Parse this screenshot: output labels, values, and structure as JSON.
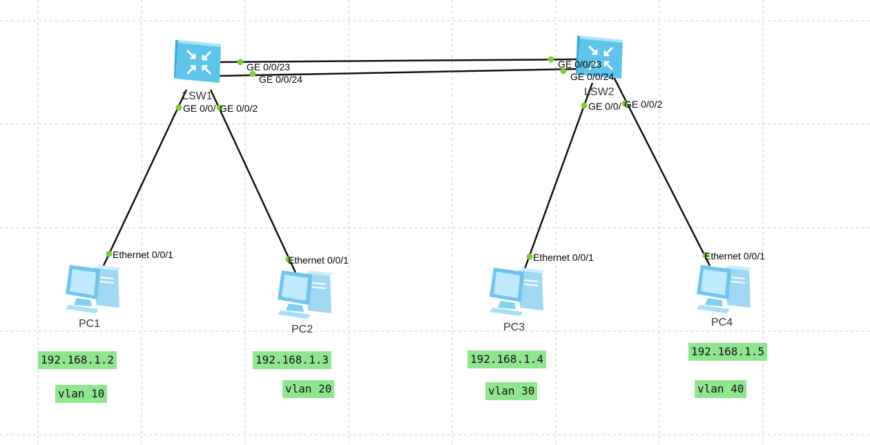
{
  "colors": {
    "link": "#111111",
    "port_dot": "#7dcc3a",
    "note_bg": "#8fe68f",
    "grid": "#cccccc",
    "device": "#7fd4f3"
  },
  "devices": {
    "lsw1": {
      "name": "LSW1",
      "icon": "switch-icon"
    },
    "lsw2": {
      "name": "LSW2",
      "icon": "switch-icon"
    },
    "pc1": {
      "name": "PC1",
      "icon": "pc-icon"
    },
    "pc2": {
      "name": "PC2",
      "icon": "pc-icon"
    },
    "pc3": {
      "name": "PC3",
      "icon": "pc-icon"
    },
    "pc4": {
      "name": "PC4",
      "icon": "pc-icon"
    }
  },
  "ports": {
    "lsw1_ge23": "GE 0/0/23",
    "lsw1_ge24": "GE 0/0/24",
    "lsw2_ge23": "GE 0/0/23",
    "lsw2_ge24": "GE 0/0/24",
    "lsw1_ge1": "GE 0/0/",
    "lsw1_ge2": "GE 0/0/2",
    "lsw2_ge1": "GE 0/0/",
    "lsw2_ge2": "GE 0/0/2",
    "pc1_eth": "Ethernet 0/0/1",
    "pc2_eth": "Ethernet 0/0/1",
    "pc3_eth": "Ethernet 0/0/1",
    "pc4_eth": "Ethernet 0/0/1"
  },
  "notes": {
    "pc1_ip": "192.168.1.2",
    "pc1_vlan": "vlan 10",
    "pc2_ip": "192.168.1.3",
    "pc2_vlan": "vlan 20",
    "pc3_ip": "192.168.1.4",
    "pc3_vlan": "vlan 30",
    "pc4_ip": "192.168.1.5",
    "pc4_vlan": "vlan 40"
  }
}
